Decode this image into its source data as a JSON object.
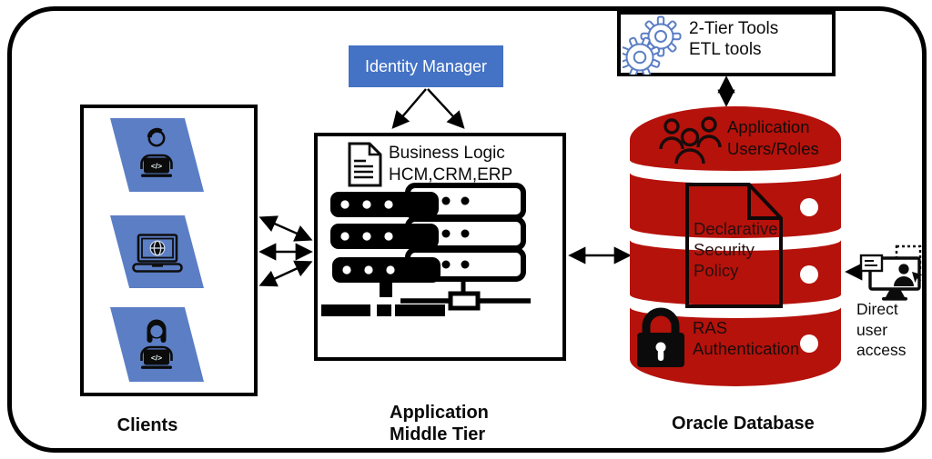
{
  "colors": {
    "accent_blue": "#4472C4",
    "client_blue": "#5B7EC5",
    "gear_blue": "#5B7EC5",
    "database_red": "#B5120B",
    "line_black": "#000000"
  },
  "clients": {
    "label": "Clients",
    "code_glyph": "</>",
    "items": [
      "developer-user",
      "web-browser-laptop",
      "developer-user-2"
    ]
  },
  "identity_manager": {
    "label": "Identity Manager"
  },
  "middle_tier": {
    "label_line1": "Application",
    "label_line2": "Middle Tier",
    "logic_line1": "Business Logic",
    "logic_line2": "HCM,CRM,ERP"
  },
  "tools": {
    "line1": "2-Tier Tools",
    "line2": "ETL tools"
  },
  "database": {
    "label": "Oracle Database",
    "users_line1": "Application",
    "users_line2": "Users/Roles",
    "policy_line1": "Declarative",
    "policy_line2": "Security",
    "policy_line3": "Policy",
    "ras_line1": "RAS",
    "ras_line2": "Authentication"
  },
  "direct_access": {
    "line1": "Direct",
    "line2": "user",
    "line3": "access"
  }
}
